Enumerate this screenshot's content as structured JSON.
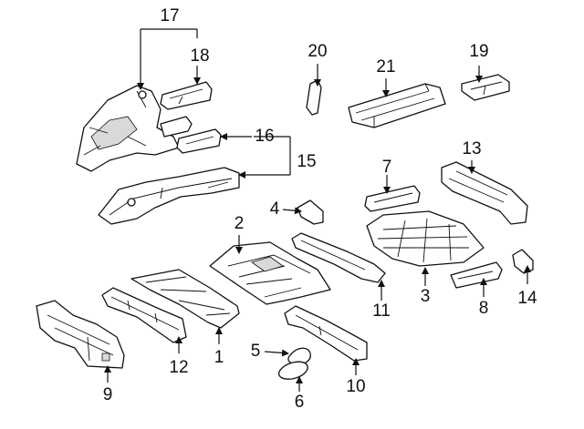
{
  "callouts": {
    "c1": "1",
    "c2": "2",
    "c3": "3",
    "c4": "4",
    "c5": "5",
    "c6": "6",
    "c7": "7",
    "c8": "8",
    "c9": "9",
    "c10": "10",
    "c11": "11",
    "c12": "12",
    "c13": "13",
    "c14": "14",
    "c15": "15",
    "c16": "16",
    "c17": "17",
    "c18": "18",
    "c19": "19",
    "c20": "20",
    "c21": "21"
  },
  "colors": {
    "line": "#111111",
    "background": "#ffffff",
    "shade": "#d9d9d9"
  }
}
